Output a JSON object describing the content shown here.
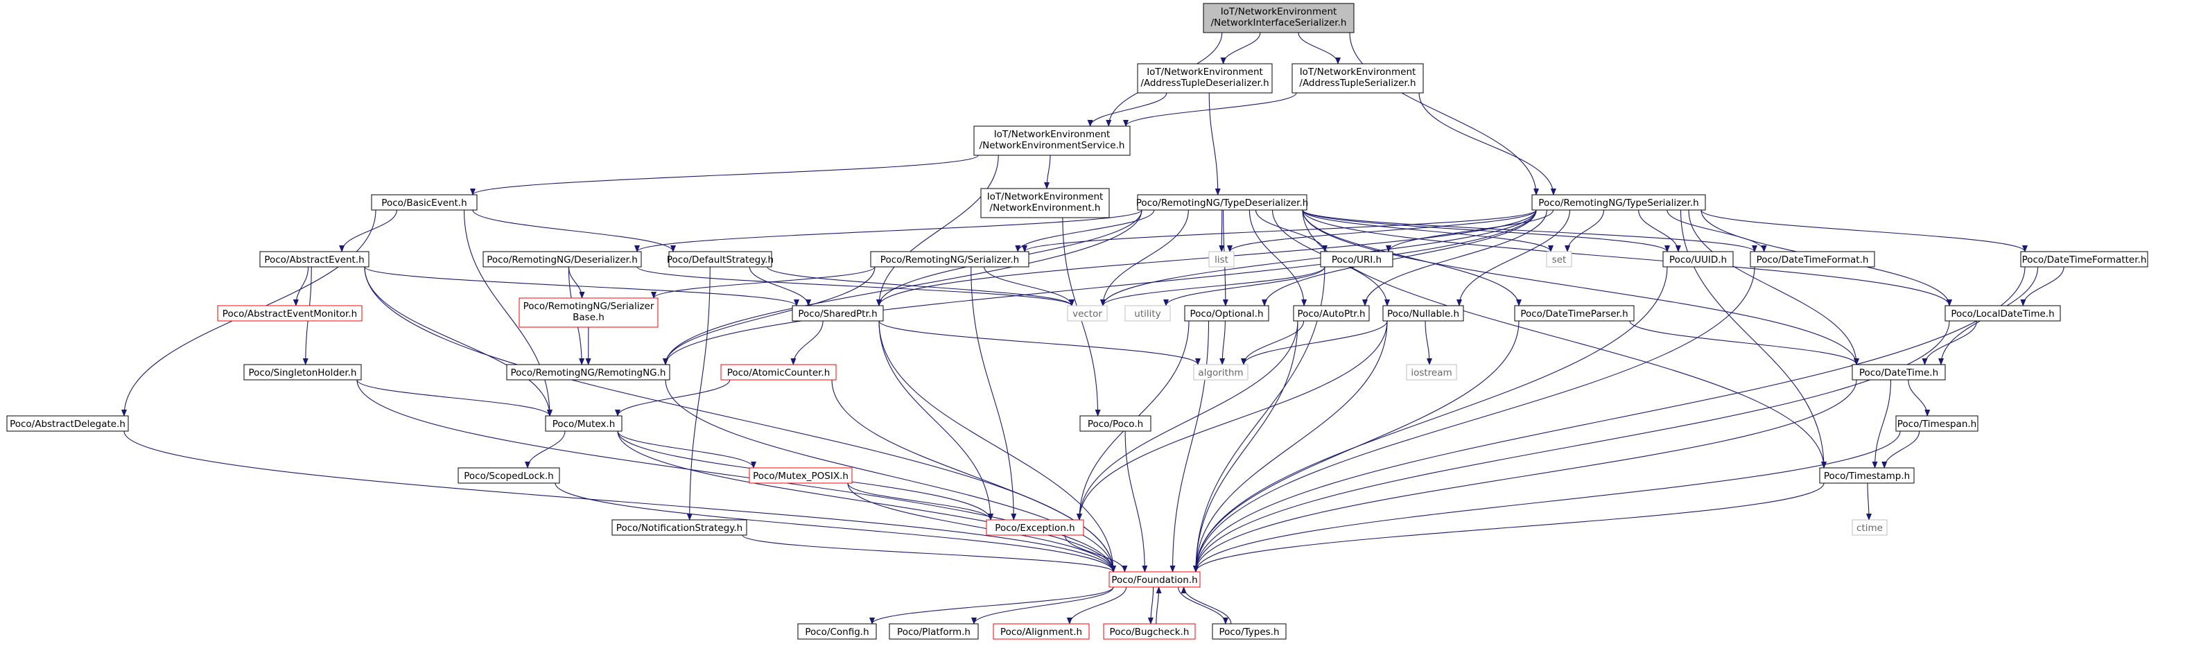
{
  "colors": {
    "edge": "#191970",
    "box_border_default": "#000000",
    "box_border_incomplete": "#ff0000",
    "box_border_external": "#bfbfbf",
    "root_fill": "#bfbfbf",
    "box_fill": "#ffffff",
    "text_default": "#000000",
    "text_external": "#666666"
  },
  "nodes": [
    {
      "id": "nis",
      "lines": [
        "IoT/NetworkEnvironment",
        "/NetworkInterfaceSerializer.h"
      ],
      "kind": "root"
    },
    {
      "id": "atd",
      "lines": [
        "IoT/NetworkEnvironment",
        "/AddressTupleDeserializer.h"
      ],
      "kind": "normal"
    },
    {
      "id": "ats",
      "lines": [
        "IoT/NetworkEnvironment",
        "/AddressTupleSerializer.h"
      ],
      "kind": "normal"
    },
    {
      "id": "nes",
      "lines": [
        "IoT/NetworkEnvironment",
        "/NetworkEnvironmentService.h"
      ],
      "kind": "normal"
    },
    {
      "id": "ne",
      "lines": [
        "IoT/NetworkEnvironment",
        "/NetworkEnvironment.h"
      ],
      "kind": "normal"
    },
    {
      "id": "be",
      "lines": [
        "Poco/BasicEvent.h"
      ],
      "kind": "normal"
    },
    {
      "id": "td",
      "lines": [
        "Poco/RemotingNG/TypeDeserializer.h"
      ],
      "kind": "normal"
    },
    {
      "id": "ts",
      "lines": [
        "Poco/RemotingNG/TypeSerializer.h"
      ],
      "kind": "normal"
    },
    {
      "id": "ae",
      "lines": [
        "Poco/AbstractEvent.h"
      ],
      "kind": "normal"
    },
    {
      "id": "des",
      "lines": [
        "Poco/RemotingNG/Deserializer.h"
      ],
      "kind": "normal"
    },
    {
      "id": "ds",
      "lines": [
        "Poco/DefaultStrategy.h"
      ],
      "kind": "normal"
    },
    {
      "id": "ser",
      "lines": [
        "Poco/RemotingNG/Serializer.h"
      ],
      "kind": "normal"
    },
    {
      "id": "list",
      "lines": [
        "list"
      ],
      "kind": "external"
    },
    {
      "id": "uri",
      "lines": [
        "Poco/URI.h"
      ],
      "kind": "normal"
    },
    {
      "id": "set",
      "lines": [
        "set"
      ],
      "kind": "external"
    },
    {
      "id": "uuid",
      "lines": [
        "Poco/UUID.h"
      ],
      "kind": "normal"
    },
    {
      "id": "dtf",
      "lines": [
        "Poco/DateTimeFormat.h"
      ],
      "kind": "normal"
    },
    {
      "id": "dtfr",
      "lines": [
        "Poco/DateTimeFormatter.h"
      ],
      "kind": "normal"
    },
    {
      "id": "aem",
      "lines": [
        "Poco/AbstractEventMonitor.h"
      ],
      "kind": "incomplete"
    },
    {
      "id": "sb",
      "lines": [
        "Poco/RemotingNG/Serializer",
        "Base.h"
      ],
      "kind": "incomplete"
    },
    {
      "id": "vector",
      "lines": [
        "vector"
      ],
      "kind": "external"
    },
    {
      "id": "utility",
      "lines": [
        "utility"
      ],
      "kind": "external"
    },
    {
      "id": "opt",
      "lines": [
        "Poco/Optional.h"
      ],
      "kind": "normal"
    },
    {
      "id": "ap",
      "lines": [
        "Poco/AutoPtr.h"
      ],
      "kind": "normal"
    },
    {
      "id": "nul",
      "lines": [
        "Poco/Nullable.h"
      ],
      "kind": "normal"
    },
    {
      "id": "dtp",
      "lines": [
        "Poco/DateTimeParser.h"
      ],
      "kind": "normal"
    },
    {
      "id": "ldt",
      "lines": [
        "Poco/LocalDateTime.h"
      ],
      "kind": "normal"
    },
    {
      "id": "sp",
      "lines": [
        "Poco/SharedPtr.h"
      ],
      "kind": "normal"
    },
    {
      "id": "sh",
      "lines": [
        "Poco/SingletonHolder.h"
      ],
      "kind": "normal"
    },
    {
      "id": "rng",
      "lines": [
        "Poco/RemotingNG/RemotingNG.h"
      ],
      "kind": "normal"
    },
    {
      "id": "ac",
      "lines": [
        "Poco/AtomicCounter.h"
      ],
      "kind": "incomplete"
    },
    {
      "id": "algorithm",
      "lines": [
        "algorithm"
      ],
      "kind": "external"
    },
    {
      "id": "iostream",
      "lines": [
        "iostream"
      ],
      "kind": "external"
    },
    {
      "id": "dt",
      "lines": [
        "Poco/DateTime.h"
      ],
      "kind": "normal"
    },
    {
      "id": "ad",
      "lines": [
        "Poco/AbstractDelegate.h"
      ],
      "kind": "normal"
    },
    {
      "id": "mutex",
      "lines": [
        "Poco/Mutex.h"
      ],
      "kind": "normal"
    },
    {
      "id": "poco",
      "lines": [
        "Poco/Poco.h"
      ],
      "kind": "normal"
    },
    {
      "id": "tsp",
      "lines": [
        "Poco/Timespan.h"
      ],
      "kind": "normal"
    },
    {
      "id": "sl",
      "lines": [
        "Poco/ScopedLock.h"
      ],
      "kind": "normal"
    },
    {
      "id": "mp",
      "lines": [
        "Poco/Mutex_POSIX.h"
      ],
      "kind": "incomplete"
    },
    {
      "id": "tst",
      "lines": [
        "Poco/Timestamp.h"
      ],
      "kind": "normal"
    },
    {
      "id": "ns",
      "lines": [
        "Poco/NotificationStrategy.h"
      ],
      "kind": "normal"
    },
    {
      "id": "exc",
      "lines": [
        "Poco/Exception.h"
      ],
      "kind": "incomplete"
    },
    {
      "id": "ctime",
      "lines": [
        "ctime"
      ],
      "kind": "external"
    },
    {
      "id": "fnd",
      "lines": [
        "Poco/Foundation.h"
      ],
      "kind": "incomplete"
    },
    {
      "id": "cfg",
      "lines": [
        "Poco/Config.h"
      ],
      "kind": "normal"
    },
    {
      "id": "plat",
      "lines": [
        "Poco/Platform.h"
      ],
      "kind": "normal"
    },
    {
      "id": "align",
      "lines": [
        "Poco/Alignment.h"
      ],
      "kind": "incomplete"
    },
    {
      "id": "bug",
      "lines": [
        "Poco/Bugcheck.h"
      ],
      "kind": "incomplete"
    },
    {
      "id": "types",
      "lines": [
        "Poco/Types.h"
      ],
      "kind": "normal"
    }
  ],
  "edges": [
    [
      "nis",
      "atd"
    ],
    [
      "nis",
      "ats"
    ],
    [
      "nis",
      "nes"
    ],
    [
      "nis",
      "ts"
    ],
    [
      "atd",
      "nes"
    ],
    [
      "atd",
      "td"
    ],
    [
      "ats",
      "nes"
    ],
    [
      "ats",
      "ts"
    ],
    [
      "nes",
      "be"
    ],
    [
      "nes",
      "ne"
    ],
    [
      "nes",
      "sp"
    ],
    [
      "ne",
      "poco"
    ],
    [
      "be",
      "ae"
    ],
    [
      "be",
      "ds"
    ],
    [
      "be",
      "ad"
    ],
    [
      "be",
      "mutex"
    ],
    [
      "ae",
      "aem"
    ],
    [
      "ae",
      "sh"
    ],
    [
      "ae",
      "sp"
    ],
    [
      "ae",
      "mutex"
    ],
    [
      "ae",
      "fnd"
    ],
    [
      "ds",
      "sp"
    ],
    [
      "ds",
      "vector"
    ],
    [
      "ds",
      "ns"
    ],
    [
      "td",
      "des"
    ],
    [
      "td",
      "ser"
    ],
    [
      "td",
      "list"
    ],
    [
      "td",
      "set"
    ],
    [
      "td",
      "uri"
    ],
    [
      "td",
      "uuid"
    ],
    [
      "td",
      "dtf"
    ],
    [
      "td",
      "vector"
    ],
    [
      "td",
      "opt"
    ],
    [
      "td",
      "ap"
    ],
    [
      "td",
      "nul"
    ],
    [
      "td",
      "dtp"
    ],
    [
      "td",
      "ldt"
    ],
    [
      "td",
      "dt"
    ],
    [
      "td",
      "tst"
    ],
    [
      "td",
      "sp"
    ],
    [
      "td",
      "rng"
    ],
    [
      "ts",
      "ser"
    ],
    [
      "ts",
      "list"
    ],
    [
      "ts",
      "set"
    ],
    [
      "ts",
      "uri"
    ],
    [
      "ts",
      "uuid"
    ],
    [
      "ts",
      "dtf"
    ],
    [
      "ts",
      "dtfr"
    ],
    [
      "ts",
      "vector"
    ],
    [
      "ts",
      "opt"
    ],
    [
      "ts",
      "ap"
    ],
    [
      "ts",
      "nul"
    ],
    [
      "ts",
      "ldt"
    ],
    [
      "ts",
      "dt"
    ],
    [
      "ts",
      "tst"
    ],
    [
      "ts",
      "sp"
    ],
    [
      "ts",
      "rng"
    ],
    [
      "des",
      "sb"
    ],
    [
      "des",
      "rng"
    ],
    [
      "des",
      "vector"
    ],
    [
      "ser",
      "sb"
    ],
    [
      "ser",
      "rng"
    ],
    [
      "ser",
      "vector"
    ],
    [
      "ser",
      "exc"
    ],
    [
      "sb",
      "rng"
    ],
    [
      "uri",
      "vector"
    ],
    [
      "uri",
      "utility"
    ],
    [
      "uri",
      "fnd"
    ],
    [
      "uuid",
      "fnd"
    ],
    [
      "dtf",
      "fnd"
    ],
    [
      "dtfr",
      "ldt"
    ],
    [
      "dtfr",
      "dt"
    ],
    [
      "dtfr",
      "fnd"
    ],
    [
      "opt",
      "algorithm"
    ],
    [
      "opt",
      "exc"
    ],
    [
      "opt",
      "fnd"
    ],
    [
      "ap",
      "algorithm"
    ],
    [
      "ap",
      "exc"
    ],
    [
      "ap",
      "fnd"
    ],
    [
      "nul",
      "algorithm"
    ],
    [
      "nul",
      "iostream"
    ],
    [
      "nul",
      "exc"
    ],
    [
      "nul",
      "fnd"
    ],
    [
      "dtp",
      "dt"
    ],
    [
      "dtp",
      "fnd"
    ],
    [
      "ldt",
      "dt"
    ],
    [
      "ldt",
      "fnd"
    ],
    [
      "sp",
      "ac"
    ],
    [
      "sp",
      "algorithm"
    ],
    [
      "sp",
      "exc"
    ],
    [
      "sp",
      "fnd"
    ],
    [
      "sh",
      "mutex"
    ],
    [
      "sh",
      "fnd"
    ],
    [
      "rng",
      "fnd"
    ],
    [
      "ac",
      "mutex"
    ],
    [
      "ac",
      "fnd"
    ],
    [
      "dt",
      "tsp"
    ],
    [
      "dt",
      "tst"
    ],
    [
      "dt",
      "fnd"
    ],
    [
      "ad",
      "fnd"
    ],
    [
      "mutex",
      "sl"
    ],
    [
      "mutex",
      "mp"
    ],
    [
      "mutex",
      "exc"
    ],
    [
      "mutex",
      "fnd"
    ],
    [
      "poco",
      "fnd"
    ],
    [
      "tsp",
      "tst"
    ],
    [
      "tsp",
      "fnd"
    ],
    [
      "sl",
      "fnd"
    ],
    [
      "mp",
      "exc"
    ],
    [
      "mp",
      "fnd"
    ],
    [
      "tst",
      "ctime"
    ],
    [
      "tst",
      "fnd"
    ],
    [
      "ns",
      "fnd"
    ],
    [
      "exc",
      "fnd"
    ],
    [
      "fnd",
      "cfg"
    ],
    [
      "fnd",
      "plat"
    ],
    [
      "fnd",
      "align"
    ],
    [
      "fnd",
      "bug"
    ],
    [
      "fnd",
      "types"
    ],
    [
      "bug",
      "fnd"
    ],
    [
      "types",
      "fnd"
    ]
  ]
}
